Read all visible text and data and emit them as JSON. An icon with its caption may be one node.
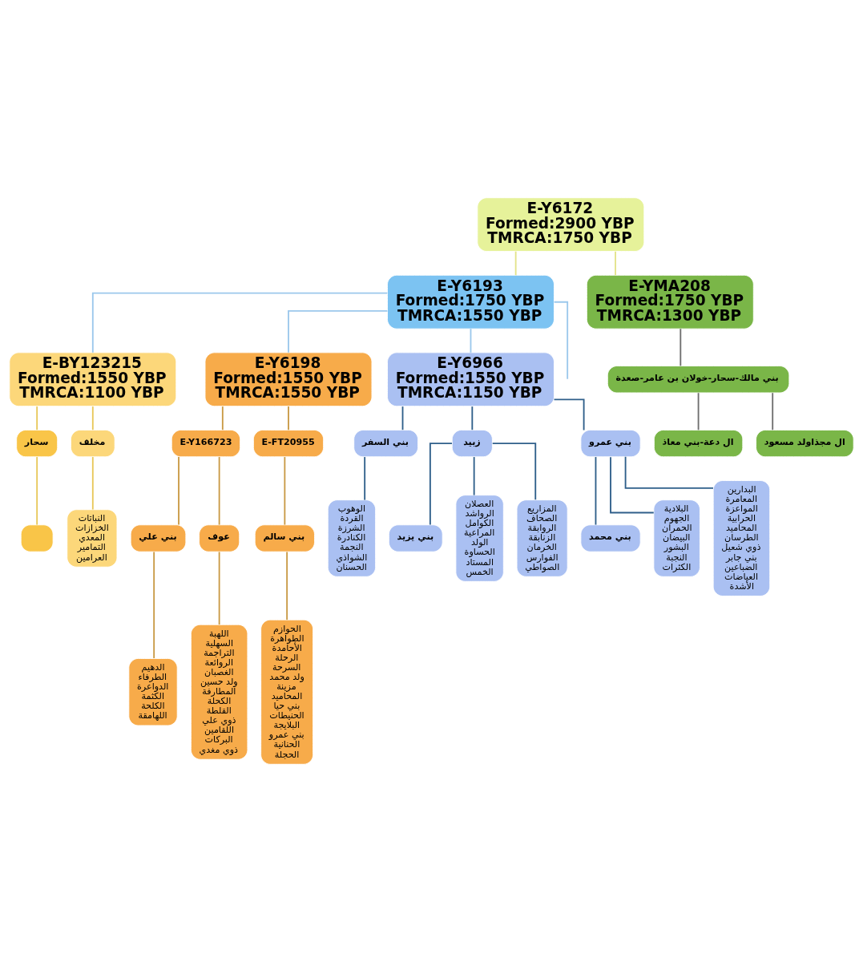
{
  "diagram": {
    "nodes": [
      {
        "text": [
          "E-Y6172",
          "Formed:2900 YBP",
          "TMRCA:1750 YBP"
        ]
      },
      {
        "text": [
          "E-Y6193",
          "Formed:1750 YBP",
          "TMRCA:1550 YBP"
        ]
      },
      {
        "text": [
          "E-YMA208",
          "Formed:1750 YBP",
          "TMRCA:1300 YBP"
        ]
      },
      {
        "text": [
          "بني مالك-سحار-خولان بن عامر-صعدة"
        ]
      },
      {
        "text": [
          "ال دعة-بني معاذ"
        ]
      },
      {
        "text": [
          "ال مجذاولد مسعود"
        ]
      },
      {
        "text": [
          "E-BY123215",
          "Formed:1550 YBP",
          "TMRCA:1100 YBP"
        ]
      },
      {
        "text": [
          "E-Y6198",
          "Formed:1550 YBP",
          "TMRCA:1550 YBP"
        ]
      },
      {
        "text": [
          "E-Y6966",
          "Formed:1550 YBP",
          "TMRCA:1150 YBP"
        ]
      },
      {
        "text": [
          "سحار"
        ]
      },
      {
        "text": [],
        "shape": "box"
      },
      {
        "text": [
          "مخلف"
        ]
      },
      {
        "text": [
          "النباتات",
          "الخزازات",
          "المعدي",
          "التمامير",
          "العرامين"
        ]
      },
      {
        "text": [
          "E-Y166723"
        ]
      },
      {
        "text": [
          "E-FT20955"
        ]
      },
      {
        "text": [
          "بني علي"
        ]
      },
      {
        "text": [
          "عوف"
        ]
      },
      {
        "text": [
          "بني سالم"
        ]
      },
      {
        "text": [
          "الدهيم",
          "الطرفاء",
          "الدواعرة",
          "الكثمة",
          "الكلحة",
          "اللهامقة"
        ]
      },
      {
        "text": [
          "اللهبة",
          "السهلية",
          "التراجمة",
          "الروائعة",
          "الغصبان",
          "ولد حسين",
          "المطارفة",
          "الكحلة",
          "القلطة",
          "ذوي علي",
          "اللقامين",
          "البركات",
          "ذوي مغدي"
        ]
      },
      {
        "text": [
          "الحوازم",
          "الطواهرة",
          "الأحامدة",
          "الرحلة",
          "السرحة",
          "ولد محمد",
          "مزينة",
          "المحاميد",
          "بني حيا",
          "الحنيطات",
          "البلايجة",
          "بني عمرو",
          "الحنانية",
          "الحجلة"
        ]
      },
      {
        "text": [
          "بني السفر"
        ]
      },
      {
        "text": [
          "زبيد"
        ]
      },
      {
        "text": [
          "بني عمرو"
        ]
      },
      {
        "text": [
          "الوهوب",
          "القردة",
          "الشرزة",
          "الكنادرة",
          "النجمة",
          "الشواذي",
          "الحسنان"
        ]
      },
      {
        "text": [
          "بني يزيد"
        ]
      },
      {
        "text": [
          "العصلان",
          "الرواشد",
          "الكوامل",
          "المراعية",
          "الولد",
          "الحساوة",
          "المستاد",
          "الخمس"
        ]
      },
      {
        "text": [
          "المزاريع",
          "الصحاف",
          "الروابقة",
          "الزنابقة",
          "الخرمان",
          "الفوارس",
          "الصواطي"
        ]
      },
      {
        "text": [
          "بني محمد"
        ]
      },
      {
        "text": [
          "البلادية",
          "الجهوم",
          "الحمران",
          "البيضان",
          "البشور",
          "النجبة",
          "الكثرات"
        ]
      },
      {
        "text": [
          "البدارين",
          "المعامرة",
          "المواعزة",
          "الحرابية",
          "المحاميد",
          "الطرسان",
          "ذوي شعيل",
          "بني جابر",
          "الضباعين",
          "العياضات",
          "الأشدة"
        ]
      }
    ],
    "edges": [
      {
        "from": 0,
        "to": 1,
        "arrow": "none",
        "color": "#e3e38a"
      },
      {
        "from": 0,
        "to": 2,
        "arrow": "none",
        "color": "#e3e38a"
      },
      {
        "from": 2,
        "to": 3,
        "arrow": "none",
        "color": "#6f6f6f"
      },
      {
        "from": 3,
        "to": 4,
        "arrow": "none",
        "color": "#6f6f6f"
      },
      {
        "from": 3,
        "to": 5,
        "arrow": "none",
        "color": "#6f6f6f"
      },
      {
        "from": 1,
        "to": null,
        "arrow": "none",
        "color": "#9cc8ec"
      },
      {
        "from": 1,
        "to": 6,
        "arrow": "none",
        "color": "#9cc8ec"
      },
      {
        "from": 1,
        "to": 7,
        "arrow": "none",
        "color": "#9cc8ec"
      },
      {
        "from": 1,
        "to": 8,
        "arrow": "none",
        "color": "#9cc8ec"
      },
      {
        "from": 6,
        "to": 9,
        "arrow": "none",
        "color": "#e8c85a"
      },
      {
        "from": 6,
        "to": 11,
        "arrow": "none",
        "color": "#e8c85a"
      },
      {
        "from": 9,
        "to": 10,
        "arrow": "none",
        "color": "#e8c85a"
      },
      {
        "from": 11,
        "to": 12,
        "arrow": "none",
        "color": "#e8c85a"
      },
      {
        "from": 7,
        "to": 13,
        "arrow": "none",
        "color": "#c99a45"
      },
      {
        "from": 7,
        "to": 14,
        "arrow": "none",
        "color": "#c99a45"
      },
      {
        "from": 13,
        "to": 15,
        "arrow": "none",
        "color": "#c99a45"
      },
      {
        "from": 13,
        "to": 16,
        "arrow": "none",
        "color": "#c99a45"
      },
      {
        "from": 14,
        "to": 17,
        "arrow": "none",
        "color": "#c99a45"
      },
      {
        "from": 15,
        "to": 18,
        "arrow": "none",
        "color": "#c99a45"
      },
      {
        "from": 16,
        "to": 19,
        "arrow": "none",
        "color": "#c99a45"
      },
      {
        "from": 17,
        "to": 20,
        "arrow": "none",
        "color": "#c99a45"
      },
      {
        "from": 8,
        "to": 21,
        "arrow": "none"
      },
      {
        "from": 8,
        "to": 22,
        "arrow": "none"
      },
      {
        "from": 8,
        "to": 23,
        "arrow": "none"
      },
      {
        "from": 21,
        "to": 24,
        "arrow": "none"
      },
      {
        "from": 22,
        "to": 25,
        "arrow": "none"
      },
      {
        "from": 22,
        "to": 26,
        "arrow": "none"
      },
      {
        "from": 22,
        "to": 27,
        "arrow": "none"
      },
      {
        "from": 23,
        "to": 28,
        "arrow": "none"
      },
      {
        "from": 23,
        "to": 29,
        "arrow": "none"
      },
      {
        "from": 23,
        "to": 30,
        "arrow": "none"
      }
    ]
  }
}
